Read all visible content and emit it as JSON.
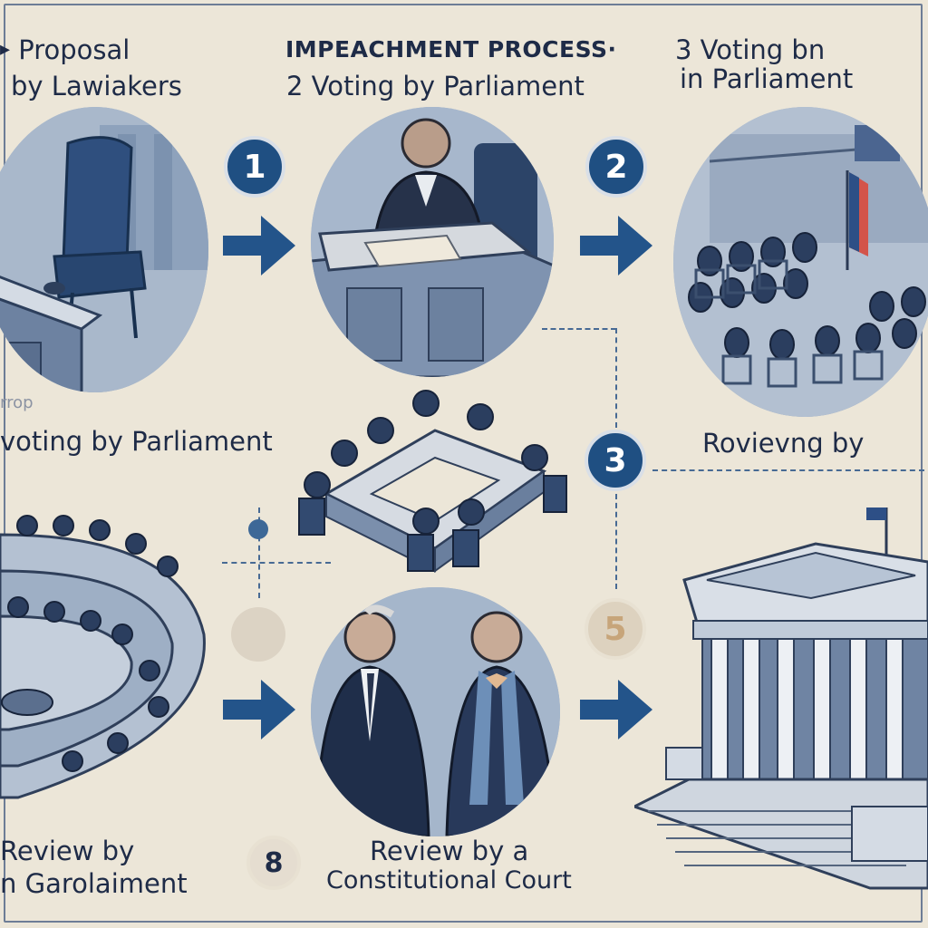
{
  "title": "IMPEACHMENT PROCESS·",
  "title_line2": "2 Voting by Parliament",
  "labels": {
    "proposal_line1": "Proposal",
    "proposal_line2": "by Lawiakers",
    "voting_top_line1": "3 Voting bn",
    "voting_top_line2": "in Parliament",
    "faded_fragment": "rrop",
    "voting_mid": "voting by Parliament",
    "reviewing": "Rovievng by",
    "review_left_line1": "Review by",
    "review_left_line2": "n Garolaiment",
    "review_center_line1": "Review by a",
    "review_center_line2": "Constitutional Court"
  },
  "badges": [
    "1",
    "2",
    "3",
    "5",
    "8"
  ],
  "colors": {
    "background": "#ece6d8",
    "badge": "#1f4f82",
    "arrow": "#23548a",
    "text": "#1e2b47"
  },
  "icons": [
    "arrow-right-icon",
    "courtroom-chair-illustration",
    "judge-signing-illustration",
    "parliament-chamber-illustration",
    "committee-table-illustration",
    "amphitheater-illustration",
    "two-officials-illustration",
    "courthouse-illustration"
  ]
}
